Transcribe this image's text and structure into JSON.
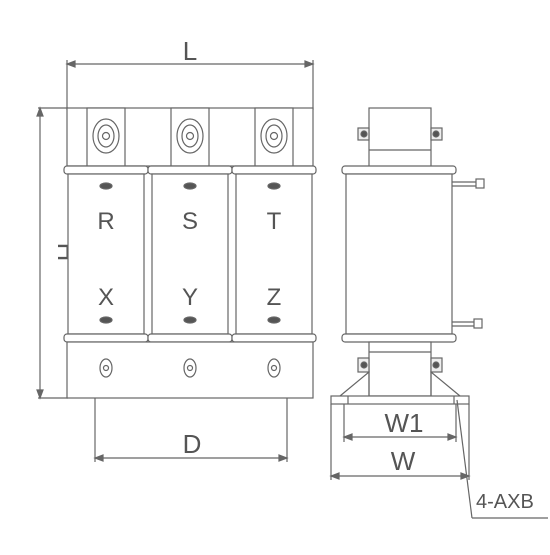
{
  "dimensions": {
    "length": "L",
    "height": "H",
    "mounting_distance": "D",
    "side_mounting_width": "W1",
    "side_width": "W",
    "mounting_holes": "4-AXB"
  },
  "coil_labels": {
    "top": [
      "R",
      "S",
      "T"
    ],
    "bottom": [
      "X",
      "Y",
      "Z"
    ]
  },
  "colors": {
    "line": "#666666",
    "fill": "#ffffff",
    "shade": "#e8e8e8"
  }
}
